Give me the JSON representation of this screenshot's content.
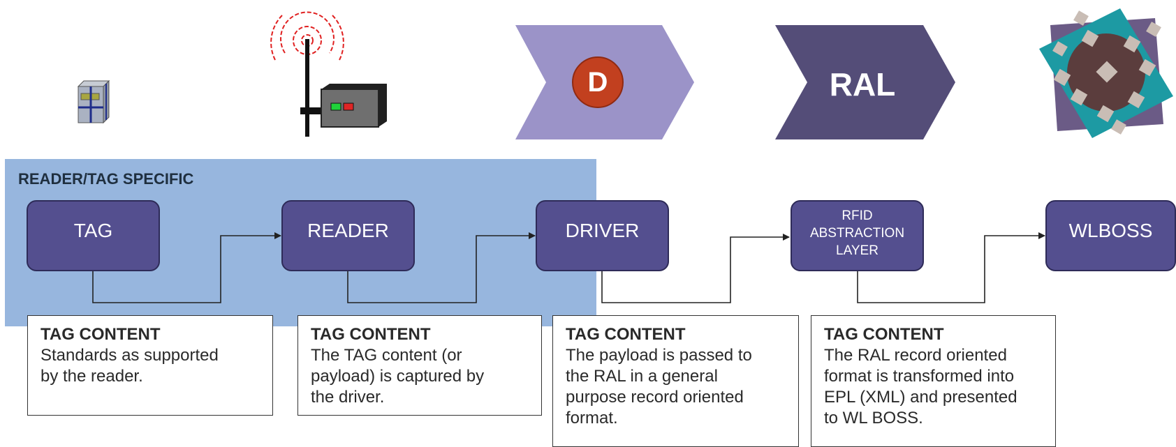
{
  "region": {
    "label": "READER/TAG SPECIFIC"
  },
  "icons": {
    "tag": "tag-package-icon",
    "reader": "rfid-reader-antenna-icon",
    "driver": "driver-chevron-icon",
    "ral": "ral-chevron-icon",
    "wlboss": "wlboss-logo-icon"
  },
  "chevrons": {
    "driver_letter": "D",
    "ral_label": "RAL"
  },
  "boxes": {
    "tag": "TAG",
    "reader": "READER",
    "driver": "DRIVER",
    "ral": [
      "RFID",
      "ABSTRACTION",
      "LAYER"
    ],
    "wlboss": "WLBOSS"
  },
  "notes": [
    {
      "heading": "TAG CONTENT",
      "lines": [
        "Standards as supported",
        "by the reader."
      ]
    },
    {
      "heading": "TAG CONTENT",
      "lines": [
        "The TAG content (or",
        "payload) is captured by",
        "the driver."
      ]
    },
    {
      "heading": "TAG CONTENT",
      "lines": [
        "The payload is passed to",
        "the RAL in a general",
        "purpose record oriented",
        "format."
      ]
    },
    {
      "heading": "TAG CONTENT",
      "lines": [
        "The RAL record oriented",
        "format is transformed into",
        "EPL (XML) and presented",
        "to  WL BOSS."
      ]
    }
  ],
  "colors": {
    "region": "#97b6de",
    "box": "#544f8f",
    "chevron_light": "#9b93c8",
    "chevron_dark": "#544d78",
    "driver_circle": "#c2401f"
  }
}
